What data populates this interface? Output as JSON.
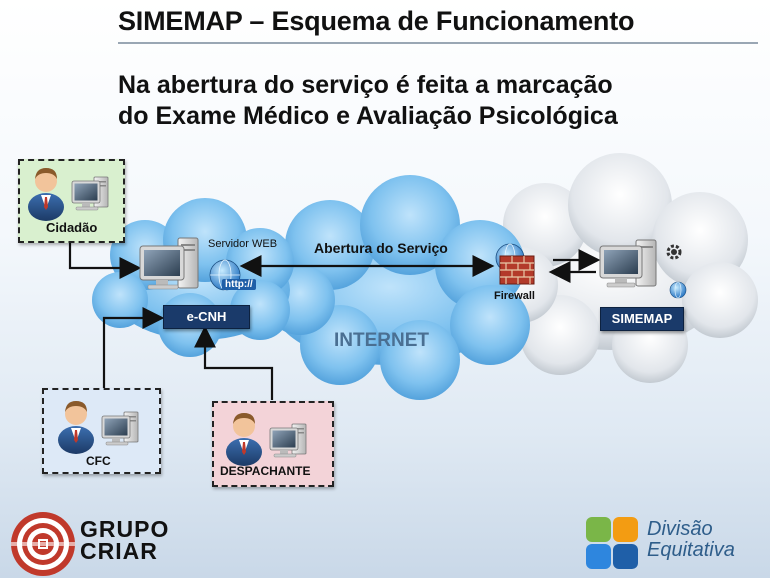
{
  "title": "SIMEMAP – Esquema de Funcionamento",
  "subtitle_lines": [
    "Na abertura do serviço é feita a marcação",
    "do Exame Médico e Avaliação Psicológica"
  ],
  "nodes": {
    "cidadao": "Cidadão",
    "servidor_web": "Servidor WEB",
    "http_badge": "http://",
    "ecnh": "e-CNH",
    "internet": "INTERNET",
    "abertura": "Abertura do Serviço",
    "firewall": "Firewall",
    "simemap": "SIMEMAP",
    "cfc": "CFC",
    "despachante": "DESPACHANTE"
  },
  "logos": {
    "grupo_line1": "GRUPO",
    "grupo_line2": "CRIAR",
    "divisao_line1": "Divisão",
    "divisao_line2": "Equitativa"
  },
  "colors": {
    "cidadao_box": "#d9f0cf",
    "cfc_box": "#dde9f7",
    "despachante_box": "#f3d3d8",
    "label_dark": "#1a3a6a"
  },
  "icons": [
    "person-computer-icon",
    "server-icon",
    "firewall-icon",
    "gear-icon",
    "globe-icon"
  ]
}
